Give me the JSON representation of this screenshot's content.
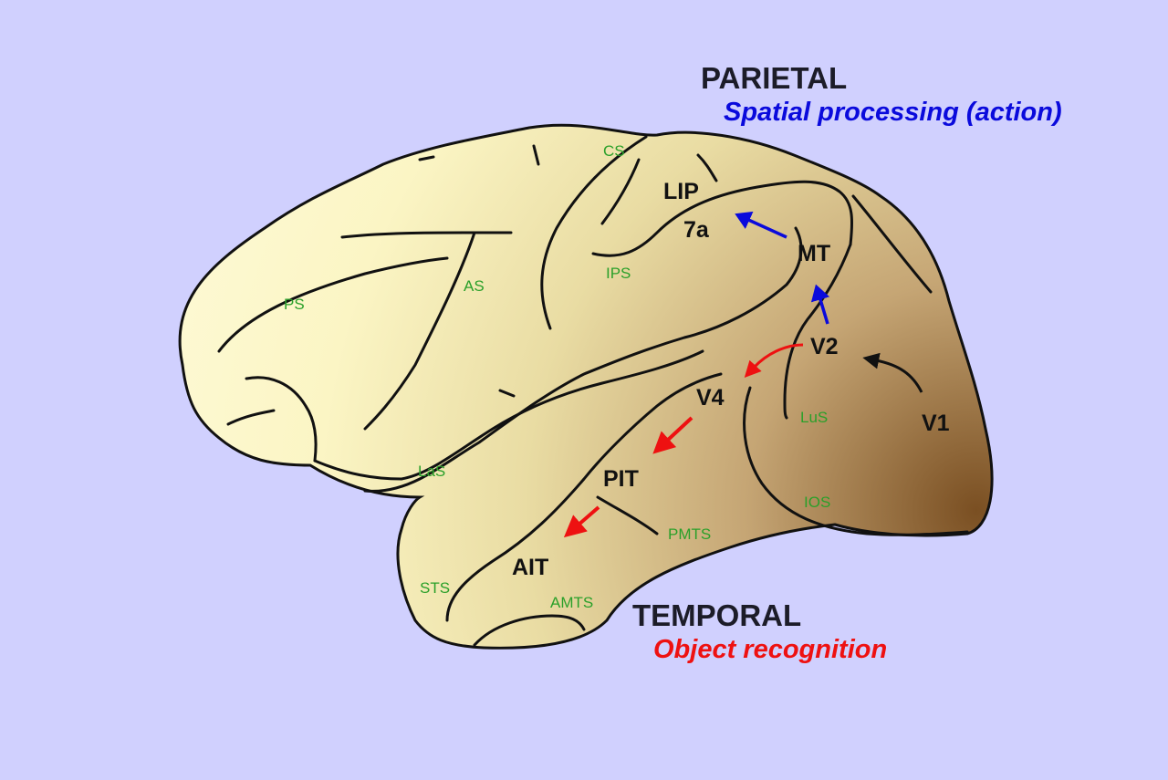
{
  "lobes": {
    "parietal": {
      "title": "PARIETAL",
      "function": "Spatial processing (action)",
      "color": "#0a0adc"
    },
    "temporal": {
      "title": "TEMPORAL",
      "function": "Object recognition",
      "color": "#ee1111"
    }
  },
  "areas": {
    "lip": "LIP",
    "a7a": "7a",
    "mt": "MT",
    "v2": "V2",
    "v4": "V4",
    "v1": "V1",
    "pit": "PIT",
    "ait": "AIT"
  },
  "sulci": {
    "cs": "CS",
    "ips": "IPS",
    "as": "AS",
    "ps": "PS",
    "las": "LaS",
    "lus": "LuS",
    "ios": "IOS",
    "pmts": "PMTS",
    "sts": "STS",
    "amts": "AMTS"
  },
  "colors": {
    "background": "#d0d0fe",
    "brain_front": "#fbf6c6",
    "brain_back": "#7a4f22",
    "outline": "#111111",
    "sulcus_label": "#2aa02a",
    "dorsal_arrow": "#0a0adc",
    "ventral_arrow": "#ee1111",
    "v1_arrow": "#111111"
  }
}
